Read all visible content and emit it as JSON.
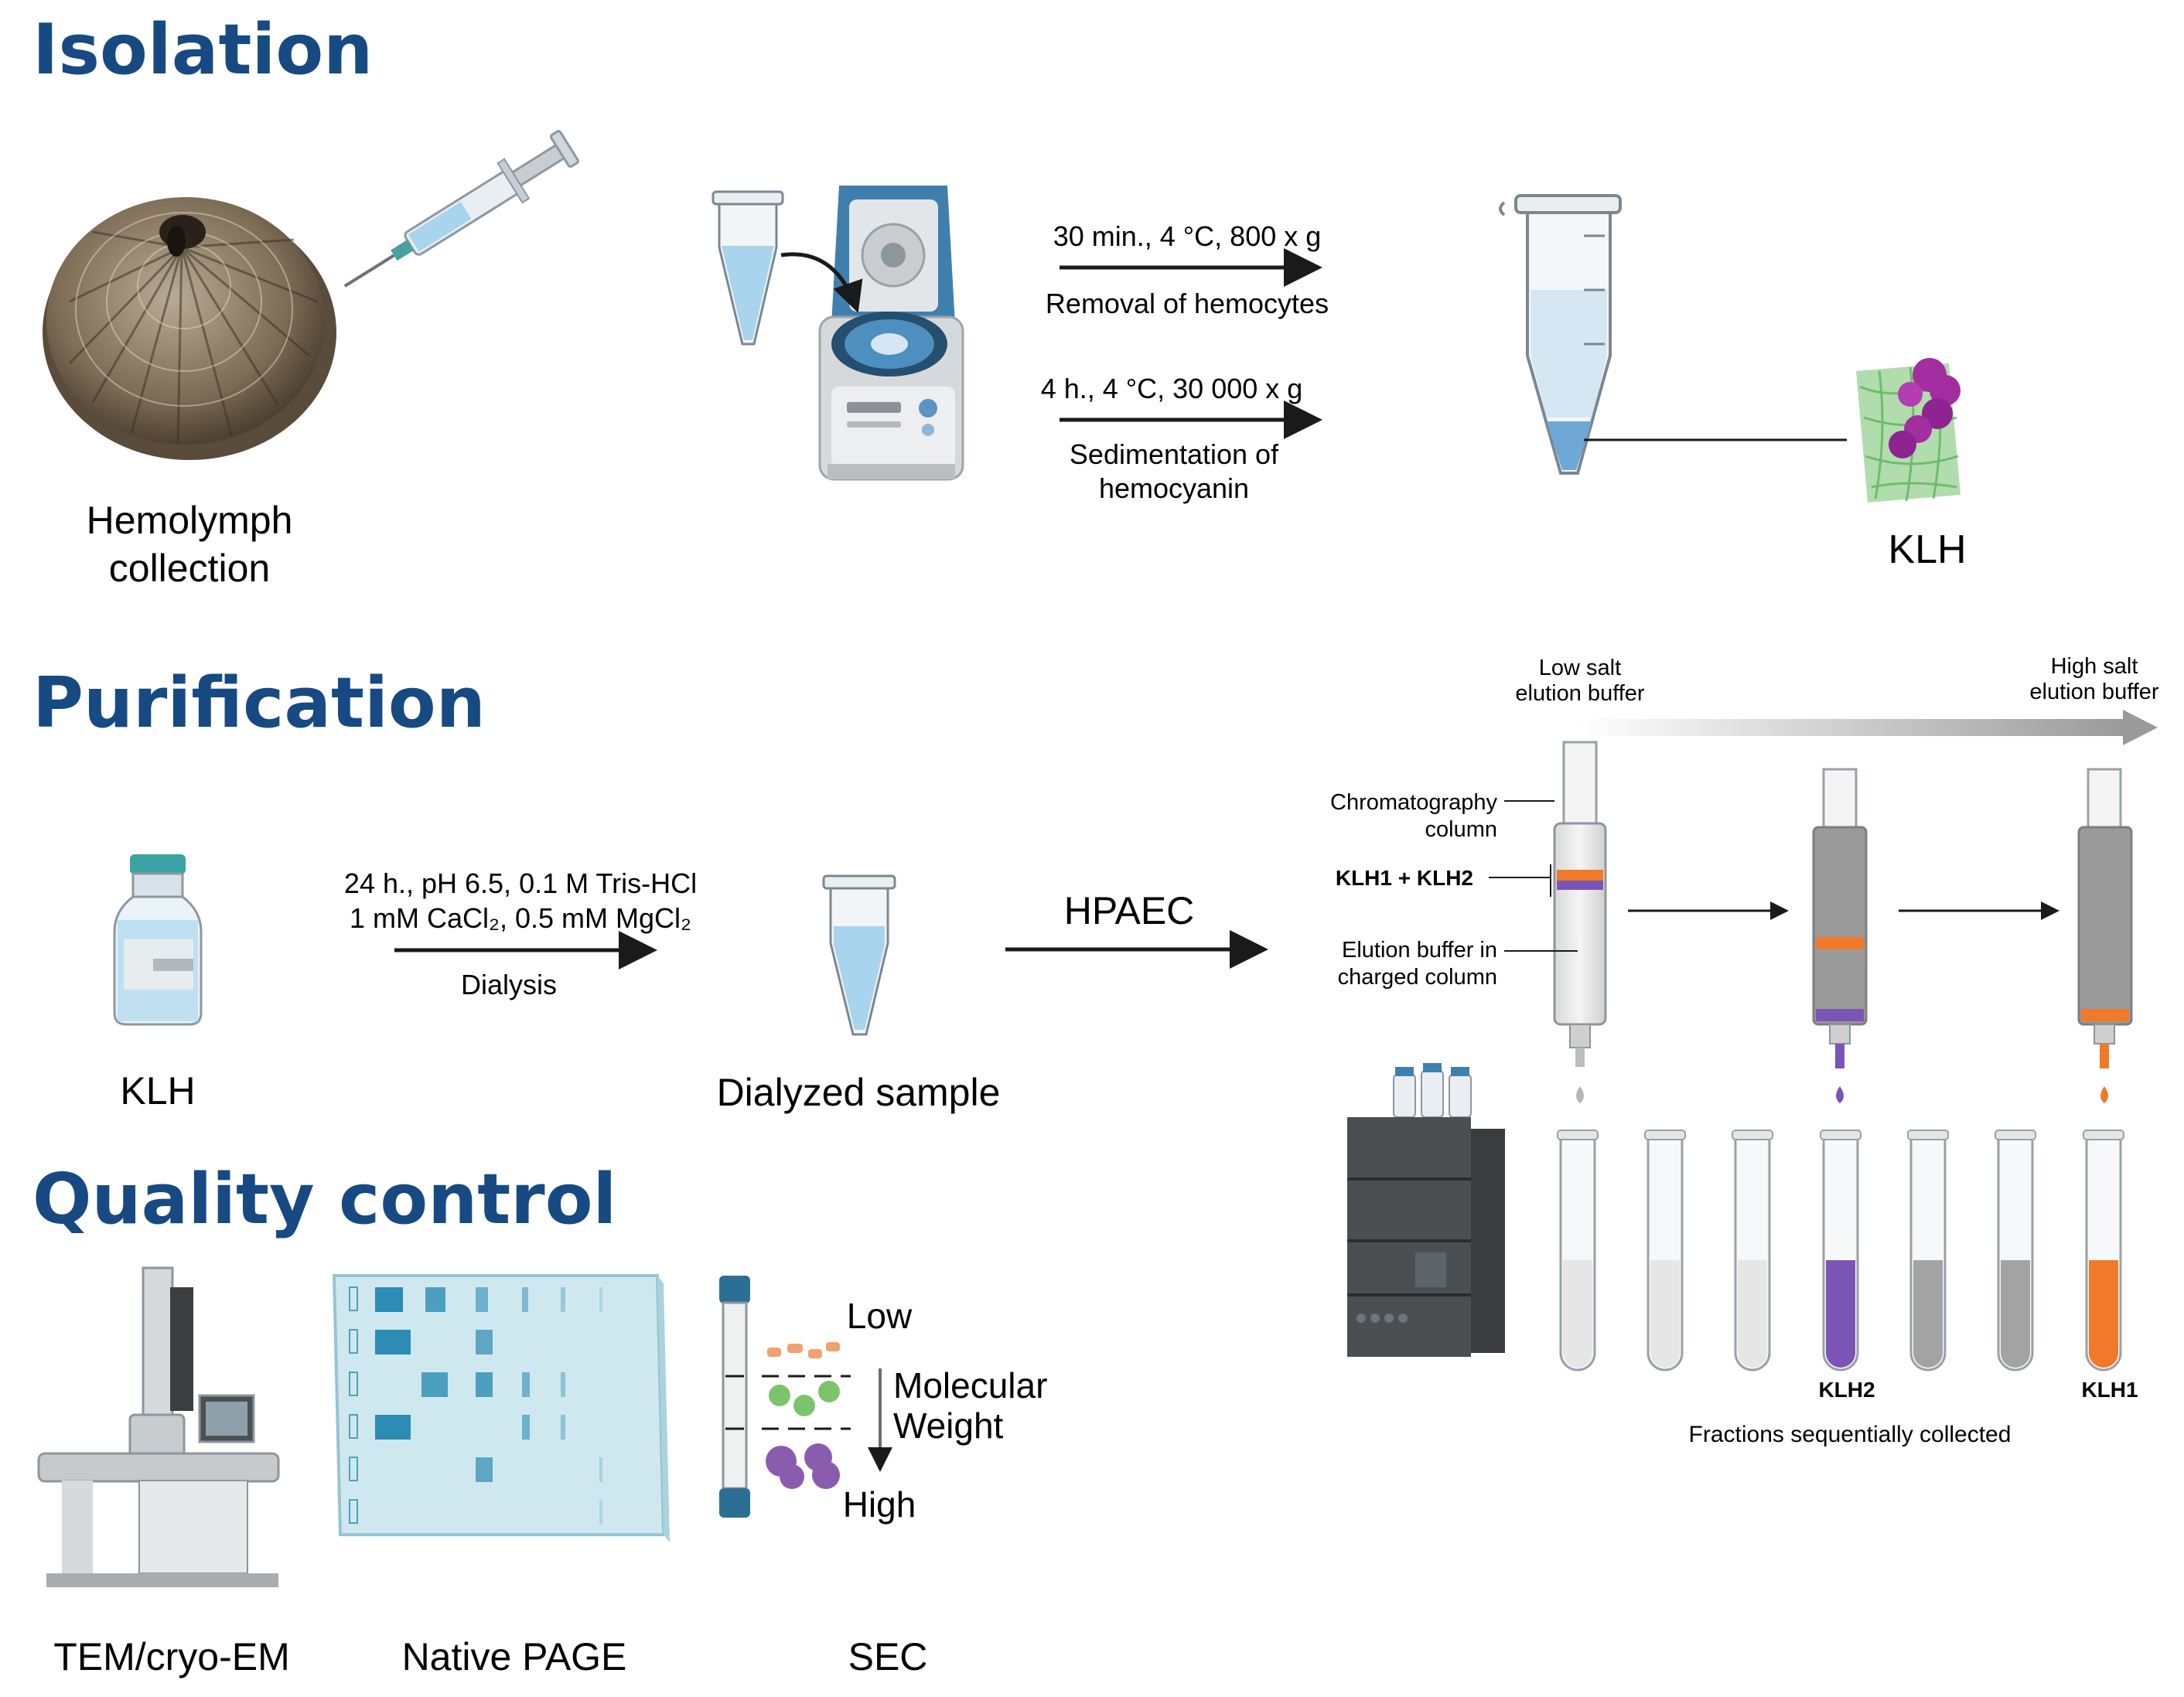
{
  "sections": {
    "isolation": "Isolation",
    "purification": "Purification",
    "quality": "Quality control"
  },
  "isolation": {
    "collection_line1": "Hemolymph",
    "collection_line2": "collection",
    "step1_condition": "30 min., 4 °C, 800 x g",
    "step1_label": "Removal of hemocytes",
    "step2_condition": "4 h., 4 °C, 30 000 x g",
    "step2_label_line1": "Sedimentation of",
    "step2_label_line2": "hemocyanin",
    "product": "KLH"
  },
  "purification": {
    "vial_label": "KLH",
    "dialysis_cond_line1": "24 h., pH 6.5, 0.1 M Tris-HCl",
    "dialysis_cond_line2": "1 mM CaCl₂, 0.5 mM MgCl₂",
    "dialysis_label": "Dialysis",
    "dialyzed": "Dialyzed sample",
    "method": "HPAEC",
    "low_salt_line1": "Low salt",
    "low_salt_line2": "elution buffer",
    "high_salt_line1": "High salt",
    "high_salt_line2": "elution buffer",
    "column_label_line1": "Chromatography",
    "column_label_line2": "column",
    "mix_label": "KLH1 + KLH2",
    "elution_line1": "Elution buffer in",
    "elution_line2": "charged column",
    "fraction_klh2": "KLH2",
    "fraction_klh1": "KLH1",
    "fractions_caption": "Fractions sequentially collected"
  },
  "quality": {
    "tem": "TEM/cryo-EM",
    "page": "Native PAGE",
    "sec": "SEC",
    "low": "Low",
    "mw_line1": "Molecular",
    "mw_line2": "Weight",
    "high": "High"
  },
  "colors": {
    "heading": "#174a82",
    "liquid": "#a9d4ee",
    "klh1_orange": "#f07a2a",
    "klh2_purple": "#7a55b5",
    "column_gray": "#9a9a9a",
    "gel_blue": "#cfe8ef",
    "band_blue": "#2c8cb4",
    "protein_green": "#7cc46c",
    "protein_magenta": "#a22ea0"
  },
  "icons": [
    "shell-icon",
    "syringe-icon",
    "microtube-icon",
    "centrifuge-icon",
    "klh-protein-icon",
    "vial-icon",
    "hplc-instrument-icon",
    "microscope-icon",
    "gel-icon",
    "sec-column-icon"
  ]
}
